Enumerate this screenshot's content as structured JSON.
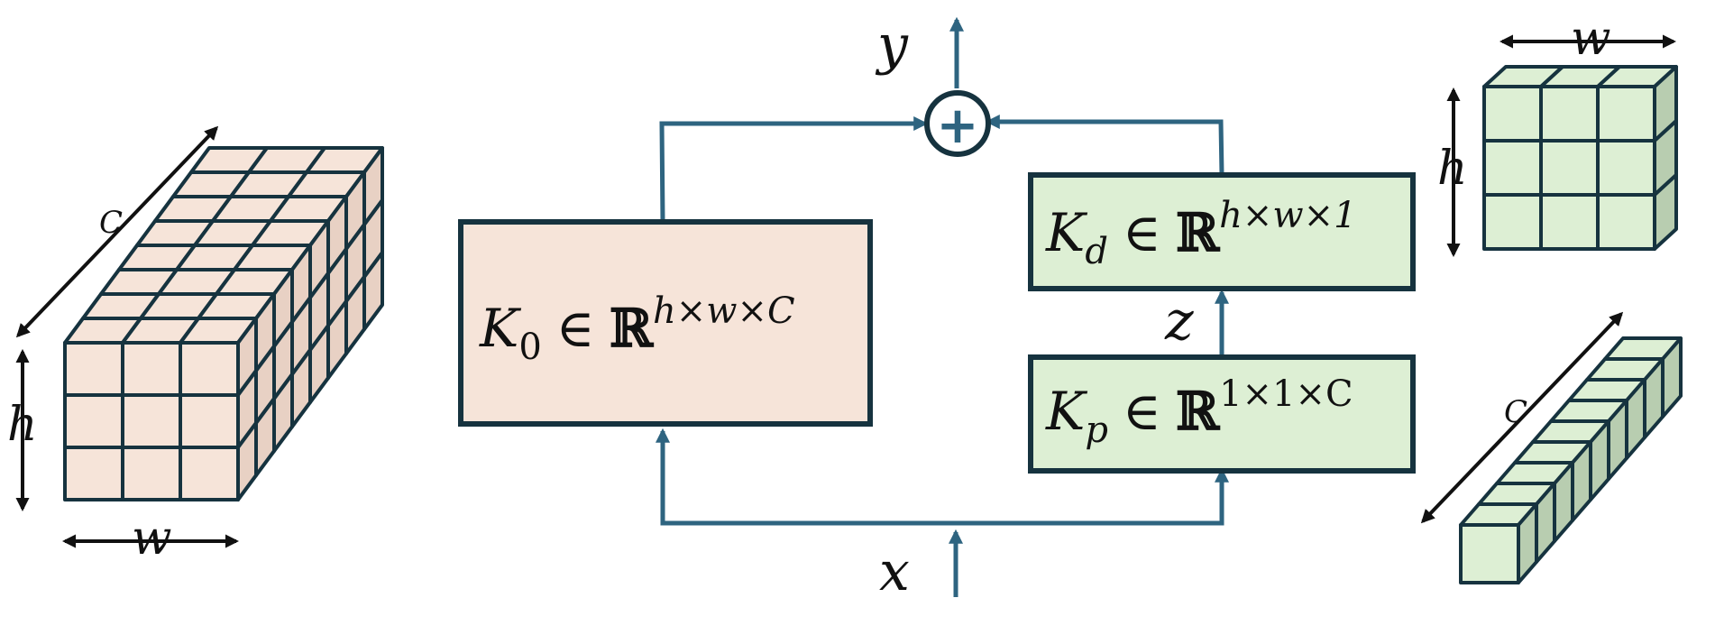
{
  "colors": {
    "flow": "#2E6480",
    "outline": "#16333F",
    "arrow": "#111111",
    "peach_fill": "#F6E4D9",
    "peach_side": "#E8D1C4",
    "green_fill": "#DDEFD4",
    "green_side": "#B8CDB0"
  },
  "left_cube": {
    "depth_label": "C",
    "height_label": "h",
    "width_label": "w"
  },
  "block_k0": {
    "symbol": "K",
    "subscript": "0",
    "in_symbol": "∈",
    "set": "ℝ",
    "superscript": "h×w×C"
  },
  "block_kd": {
    "symbol": "K",
    "subscript": "d",
    "in_symbol": "∈",
    "set": "ℝ",
    "superscript": "h×w×1"
  },
  "block_kp": {
    "symbol": "K",
    "subscript": "p",
    "in_symbol": "∈",
    "set": "ℝ",
    "superscript": "1×1×C"
  },
  "sum_node": {
    "symbol": "+"
  },
  "flow_labels": {
    "input": "x",
    "output": "y",
    "intermediate": "z"
  },
  "right_top_cube": {
    "width_label": "w",
    "height_label": "h"
  },
  "right_bottom_column": {
    "depth_label": "C"
  }
}
